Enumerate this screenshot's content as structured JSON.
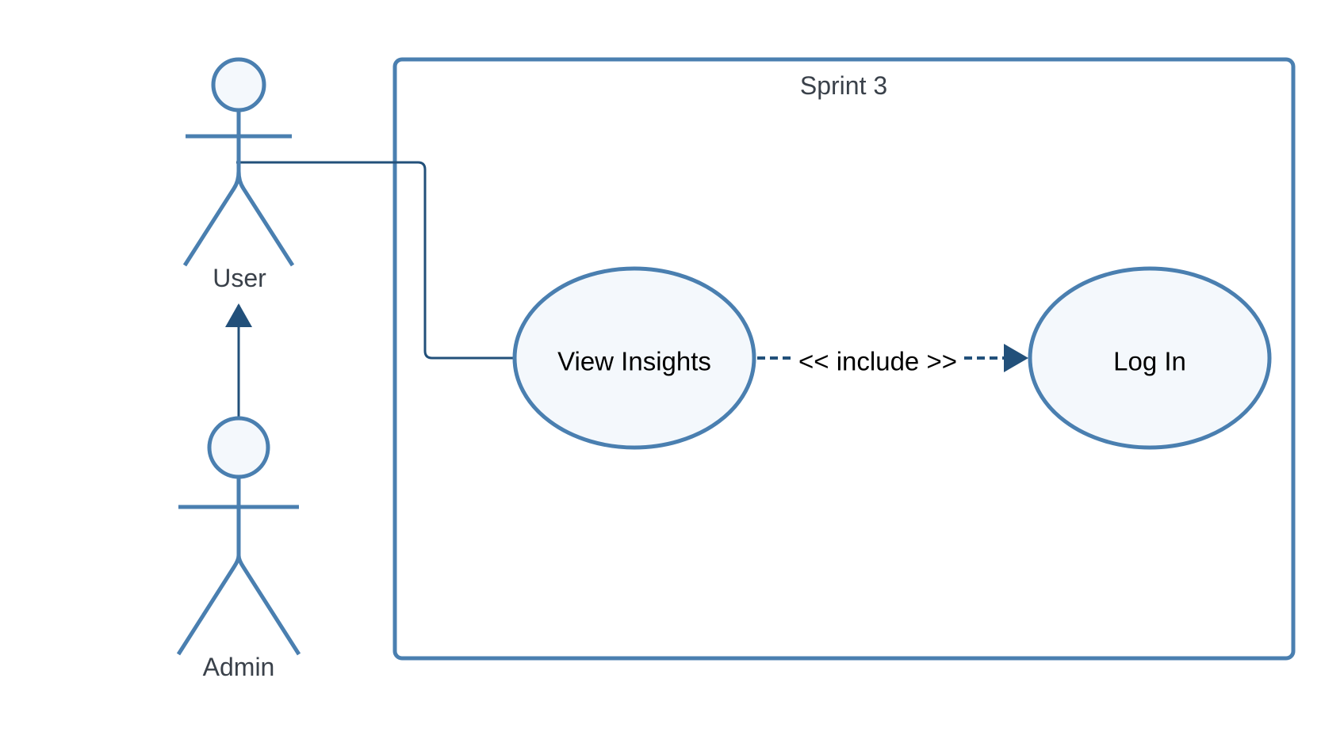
{
  "colors": {
    "stroke": "#4a7fb0",
    "fill": "#f4f8fc",
    "connector": "#22507a",
    "label": "#3a414a",
    "text": "#000000"
  },
  "boundary": {
    "title": "Sprint 3"
  },
  "actors": {
    "user": {
      "label": "User"
    },
    "admin": {
      "label": "Admin"
    }
  },
  "use_cases": {
    "view_insights": {
      "label": "View Insights"
    },
    "log_in": {
      "label": "Log In"
    }
  },
  "relations": {
    "include_label": "<< include >>",
    "generalization": "Admin → User",
    "association": "User — View Insights"
  }
}
